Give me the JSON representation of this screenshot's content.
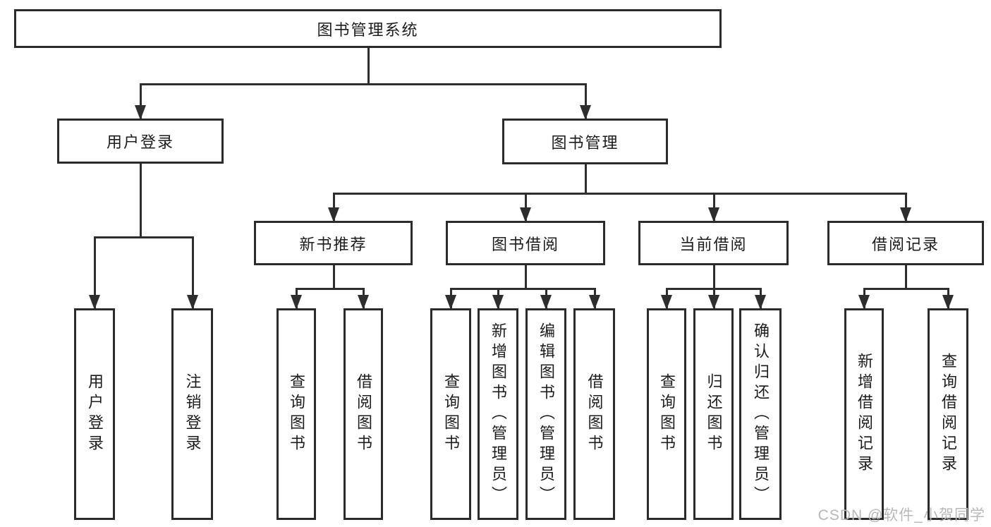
{
  "diagram": {
    "type": "tree",
    "title": "图书管理系统",
    "nodes": [
      {
        "id": "root",
        "label": "图书管理系统",
        "orientation": "horizontal"
      },
      {
        "id": "user-login",
        "label": "用户登录",
        "orientation": "horizontal"
      },
      {
        "id": "book-mgmt",
        "label": "图书管理",
        "orientation": "horizontal"
      },
      {
        "id": "new-book-rec",
        "label": "新书推荐",
        "orientation": "horizontal"
      },
      {
        "id": "book-borrow",
        "label": "图书借阅",
        "orientation": "horizontal"
      },
      {
        "id": "current-borrow",
        "label": "当前借阅",
        "orientation": "horizontal"
      },
      {
        "id": "borrow-records",
        "label": "借阅记录",
        "orientation": "horizontal"
      },
      {
        "id": "v-user-login",
        "label": "用户登录",
        "orientation": "vertical"
      },
      {
        "id": "v-logout",
        "label": "注销登录",
        "orientation": "vertical"
      },
      {
        "id": "v-query-book-1",
        "label": "查询图书",
        "orientation": "vertical"
      },
      {
        "id": "v-borrow-book-1",
        "label": "借阅图书",
        "orientation": "vertical"
      },
      {
        "id": "v-query-book-2",
        "label": "查询图书",
        "orientation": "vertical"
      },
      {
        "id": "v-add-book",
        "label": "新增图书（管理员）",
        "orientation": "vertical"
      },
      {
        "id": "v-edit-book",
        "label": "编辑图书（管理员）",
        "orientation": "vertical"
      },
      {
        "id": "v-borrow-book-2",
        "label": "借阅图书",
        "orientation": "vertical"
      },
      {
        "id": "v-query-book-3",
        "label": "查询图书",
        "orientation": "vertical"
      },
      {
        "id": "v-return-book",
        "label": "归还图书",
        "orientation": "vertical"
      },
      {
        "id": "v-confirm-return",
        "label": "确认归还（管理员）",
        "orientation": "vertical"
      },
      {
        "id": "v-add-borrow-record",
        "label": "新增借阅记录",
        "orientation": "vertical"
      },
      {
        "id": "v-query-borrow-record",
        "label": "查询借阅记录",
        "orientation": "vertical"
      }
    ],
    "edges": [
      {
        "from": "root",
        "to": [
          "user-login",
          "book-mgmt"
        ]
      },
      {
        "from": "user-login",
        "to": [
          "v-user-login",
          "v-logout"
        ]
      },
      {
        "from": "book-mgmt",
        "to": [
          "new-book-rec",
          "book-borrow",
          "current-borrow",
          "borrow-records"
        ]
      },
      {
        "from": "new-book-rec",
        "to": [
          "v-query-book-1",
          "v-borrow-book-1"
        ]
      },
      {
        "from": "book-borrow",
        "to": [
          "v-query-book-2",
          "v-add-book",
          "v-edit-book",
          "v-borrow-book-2"
        ]
      },
      {
        "from": "current-borrow",
        "to": [
          "v-query-book-3",
          "v-return-book",
          "v-confirm-return"
        ]
      },
      {
        "from": "borrow-records",
        "to": [
          "v-add-borrow-record",
          "v-query-borrow-record"
        ]
      }
    ]
  },
  "watermark": {
    "text": "CSDN @软件_小贺同学"
  },
  "colors": {
    "line": "#2e2e2e",
    "border": "#2b2b2b",
    "text": "#1c1c1c",
    "watermark": "#b8b8b8",
    "background": "#ffffff"
  }
}
